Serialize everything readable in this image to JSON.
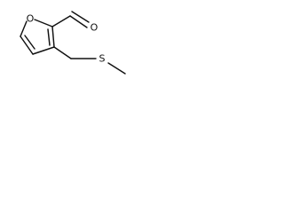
{
  "molecule": {
    "atoms": {
      "ring_oxygen": "O",
      "carbonyl_oxygen": "O",
      "sulfur": "S"
    }
  }
}
